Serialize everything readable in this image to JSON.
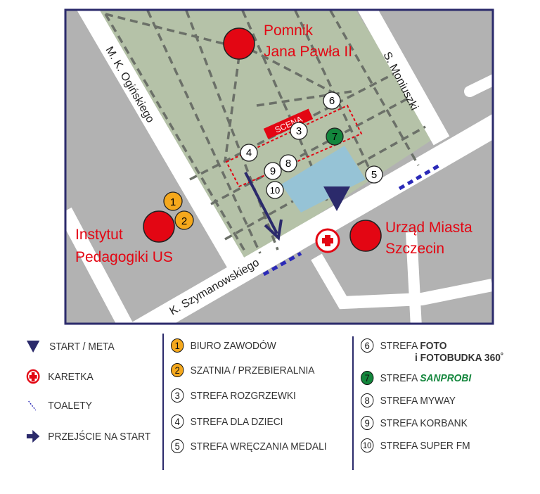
{
  "map": {
    "streets": {
      "oginskiego": "M. K. Ogińskiego",
      "moniuszki": "S. Moniuszki",
      "szymanowskiego": "K. Szymanowskiego"
    },
    "places": {
      "pomnik_line1": "Pomnik",
      "pomnik_line2": "Jana Pawła II",
      "instytut_line1": "Instytut",
      "instytut_line2": "Pedagogiki US",
      "urzad_line1": "Urząd Miasta",
      "urzad_line2": "Szczecin"
    },
    "stage_label": "SCENA",
    "markers": [
      "1",
      "2",
      "3",
      "4",
      "5",
      "6",
      "7",
      "8",
      "9",
      "10"
    ]
  },
  "legend": {
    "symbols": [
      {
        "icon": "start-triangle-icon",
        "label": "START / META"
      },
      {
        "icon": "ambulance-cross-icon",
        "label": "KARETKA"
      },
      {
        "icon": "toilet-dash-icon",
        "label": "TOALETY"
      },
      {
        "icon": "arrow-right-icon",
        "label": "PRZEJŚCIE NA START"
      }
    ],
    "zones_a": [
      {
        "num": "1",
        "label": "BIURO ZAWODÓW"
      },
      {
        "num": "2",
        "label": "SZATNIA / PRZEBIERALNIA"
      },
      {
        "num": "3",
        "label": "STREFA ROZGRZEWKI"
      },
      {
        "num": "4",
        "label": "STREFA DLA DZIECI"
      },
      {
        "num": "5",
        "label": "STREFA WRĘCZANIA MEDALI"
      }
    ],
    "zones_b": [
      {
        "num": "6",
        "label": "STREFA ",
        "bold": "FOTO",
        "line2": "i FOTOBUDKA 360˚"
      },
      {
        "num": "7",
        "label": "STREFA ",
        "brand": "SANPROBI"
      },
      {
        "num": "8",
        "label": "STREFA MYWAY"
      },
      {
        "num": "9",
        "label": "STREFA KORBANK"
      },
      {
        "num": "10",
        "label": "STREFA SUPER FM"
      }
    ]
  },
  "colors": {
    "frame": "#2b2a6b",
    "red": "#e30613",
    "orange": "#f5a81c",
    "green": "#13863c",
    "park": "#b5c2a8",
    "pond": "#96c3d6",
    "ground": "#b2b2b2"
  }
}
